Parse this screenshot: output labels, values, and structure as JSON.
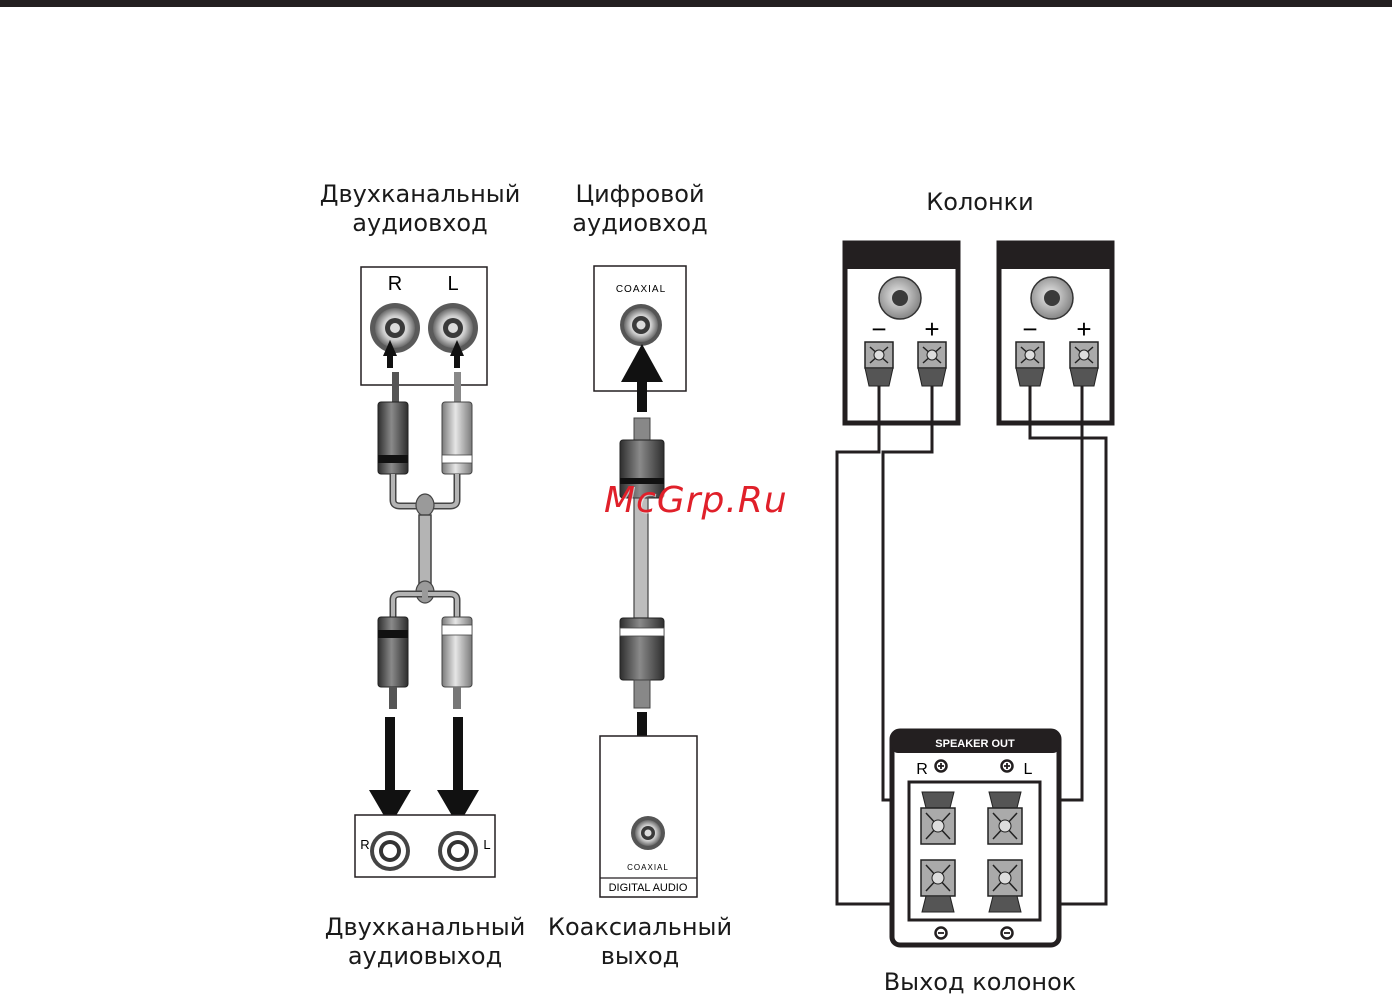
{
  "labels": {
    "stereo_input": [
      "Двухканальный",
      "аудиовход"
    ],
    "digital_input": [
      "Цифровой",
      "аудиовход"
    ],
    "speakers": "Колонки",
    "stereo_output": [
      "Двухканальный",
      "аудиовыход"
    ],
    "coaxial_output": [
      "Коаксиальный",
      "выход"
    ],
    "speaker_output": "Выход колонок"
  },
  "panel_text": {
    "input_r": "R",
    "input_l": "L",
    "coaxial_top": "COAXIAL",
    "output_r": "R",
    "output_l": "L",
    "coaxial_bottom": "COAXIAL",
    "digital_audio": "DIGITAL AUDIO",
    "speaker_out": "SPEAKER OUT",
    "spk_r": "R",
    "spk_l": "L",
    "minus": "−",
    "plus": "+"
  },
  "watermark": "McGrp.Ru",
  "colors": {
    "ink": "#231f20",
    "metal_dark": "#4a4a4a",
    "metal_light": "#b4b4b4",
    "watermark": "#e0202a"
  }
}
